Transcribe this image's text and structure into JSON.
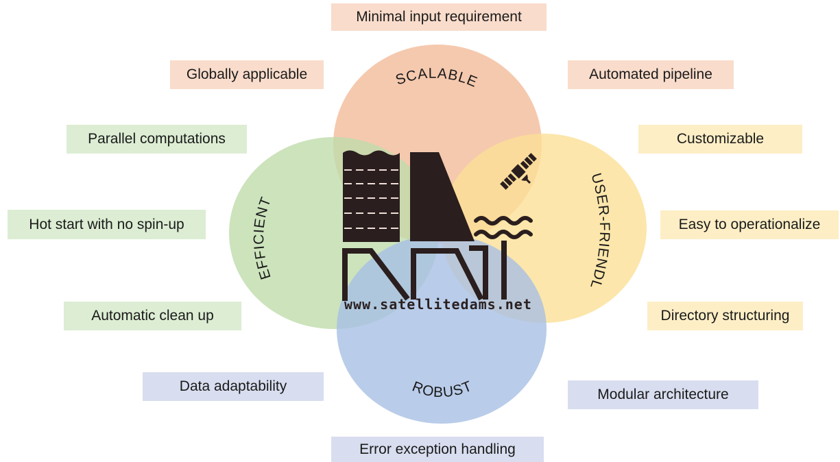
{
  "circles": {
    "scalable": {
      "label": "SCALABLE",
      "color": "#f3bfa0"
    },
    "efficient": {
      "label": "EFFICIENT",
      "color": "#bfdcab"
    },
    "user_friendly": {
      "label": "USER-FRIENDLY",
      "color": "#fbe096"
    },
    "robust": {
      "label": "ROBUST",
      "color": "#a8bfe3"
    }
  },
  "logo": {
    "url": "www.satellitedams.net",
    "color": "#2a1e1e"
  },
  "features": {
    "minimal_input": "Minimal input requirement",
    "globally_applicable": "Globally applicable",
    "automated_pipeline": "Automated pipeline",
    "parallel_computations": "Parallel computations",
    "customizable": "Customizable",
    "hot_start": "Hot start with no spin-up",
    "easy_operationalize": "Easy to operationalize",
    "automatic_clean_up": "Automatic clean up",
    "directory_structuring": "Directory structuring",
    "data_adaptability": "Data adaptability",
    "modular_architecture": "Modular architecture",
    "error_exception": "Error exception handling"
  }
}
